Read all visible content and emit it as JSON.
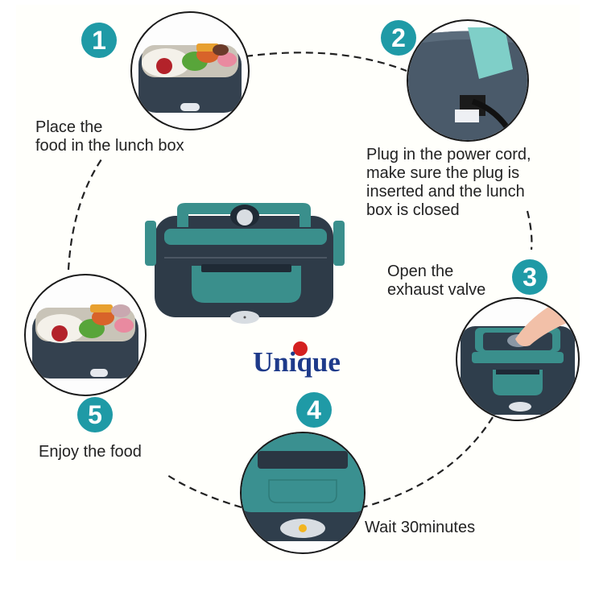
{
  "brand": {
    "name": "Unique",
    "text_color": "#1e3a8a",
    "dot_color": "#d42020"
  },
  "theme": {
    "badge_color": "#1f9aa6",
    "box_dark": "#2f3e4c",
    "box_teal": "#3a8f8c",
    "text_color": "#222222"
  },
  "steps": [
    {
      "number": "1",
      "text": "Place the\nfood in the lunch box",
      "image": "open lunch box with rice and vegetables"
    },
    {
      "number": "2",
      "text": "Plug in the power cord,\nmake sure the plug is\ninserted and the lunch\nbox is closed",
      "image": "power cord plugged into lunch box side"
    },
    {
      "number": "3",
      "text": "Open the\nexhaust valve",
      "image": "finger pressing exhaust valve on lid"
    },
    {
      "number": "4",
      "text": "Wait 30minutes",
      "image": "close-up of lunch box power indicator lit"
    },
    {
      "number": "5",
      "text": "Enjoy the food",
      "image": "open lunch box with heated food"
    }
  ],
  "center_product": "electric lunch box, dark grey with teal latches"
}
